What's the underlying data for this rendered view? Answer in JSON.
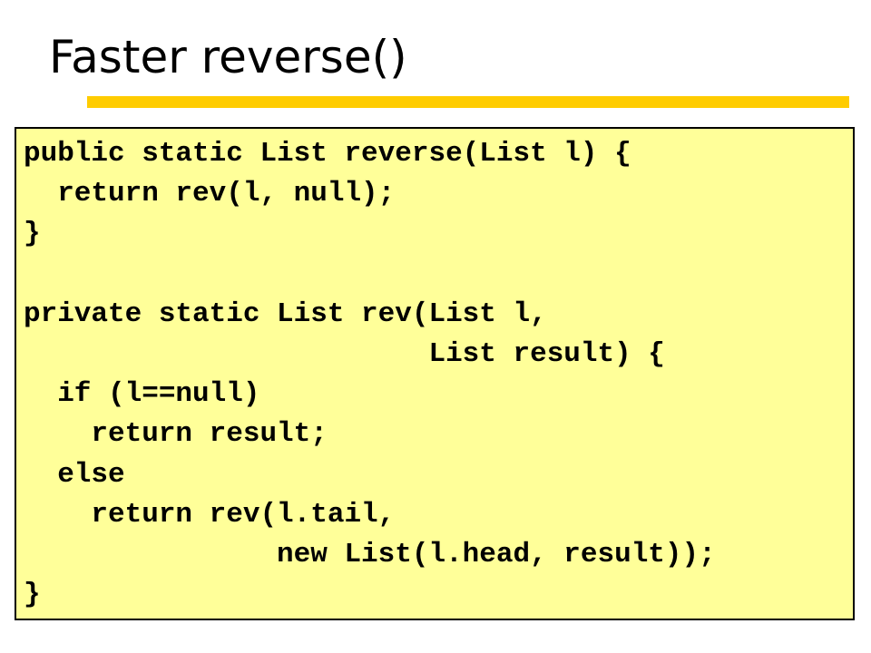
{
  "slide": {
    "title": "Faster reverse()",
    "accent_color": "#FFCC00",
    "code_background": "#FFFF99",
    "code_border_color": "#000000"
  },
  "code": {
    "lines": [
      "public static List reverse(List l) {",
      "  return rev(l, null);",
      "}",
      "",
      "private static List rev(List l,",
      "                        List result) {",
      "  if (l==null)",
      "    return result;",
      "  else",
      "    return rev(l.tail,",
      "               new List(l.head, result));",
      "}"
    ]
  }
}
